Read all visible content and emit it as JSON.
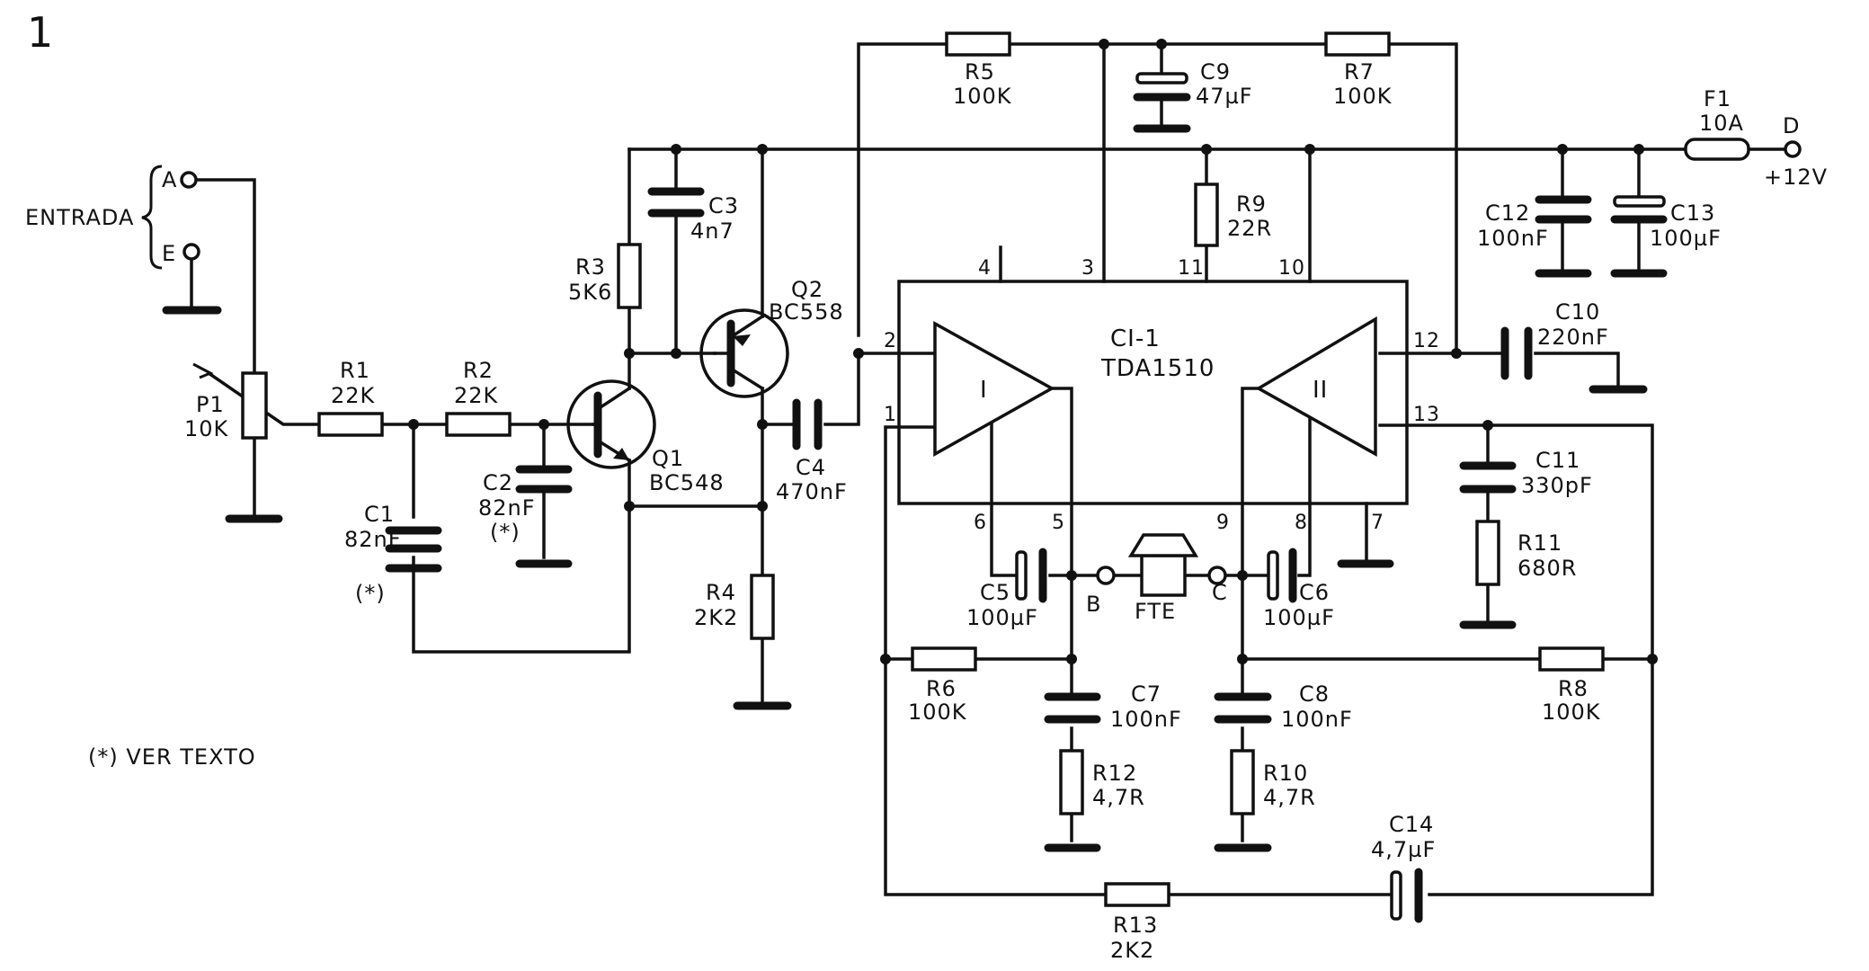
{
  "figure_number": "1",
  "note": "(*) VER TEXTO",
  "input": {
    "label": "ENTRADA",
    "terminal_a": "A",
    "terminal_e": "E"
  },
  "supply": {
    "terminal": "D",
    "voltage": "+12V"
  },
  "ic": {
    "ref": "CI-1",
    "type": "TDA1510",
    "amp_1": "I",
    "amp_2": "II",
    "pins": [
      "1",
      "2",
      "3",
      "4",
      "5",
      "6",
      "7",
      "8",
      "9",
      "10",
      "11",
      "12",
      "13"
    ]
  },
  "speaker": {
    "label": "FTE",
    "node_b": "B",
    "node_c": "C"
  },
  "components": {
    "P1": {
      "ref": "P1",
      "value": "10K"
    },
    "R1": {
      "ref": "R1",
      "value": "22K"
    },
    "R2": {
      "ref": "R2",
      "value": "22K"
    },
    "R3": {
      "ref": "R3",
      "value": "5K6"
    },
    "R4": {
      "ref": "R4",
      "value": "2K2"
    },
    "R5": {
      "ref": "R5",
      "value": "100K"
    },
    "R6": {
      "ref": "R6",
      "value": "100K"
    },
    "R7": {
      "ref": "R7",
      "value": "100K"
    },
    "R8": {
      "ref": "R8",
      "value": "100K"
    },
    "R9": {
      "ref": "R9",
      "value": "22R"
    },
    "R10": {
      "ref": "R10",
      "value": "4,7R"
    },
    "R11": {
      "ref": "R11",
      "value": "680R"
    },
    "R12": {
      "ref": "R12",
      "value": "4,7R"
    },
    "R13": {
      "ref": "R13",
      "value": "2K2"
    },
    "C1": {
      "ref": "C1",
      "value": "82nF",
      "mark": "(*)"
    },
    "C2": {
      "ref": "C2",
      "value": "82nF",
      "mark": "(*)"
    },
    "C3": {
      "ref": "C3",
      "value": "4n7"
    },
    "C4": {
      "ref": "C4",
      "value": "470nF"
    },
    "C5": {
      "ref": "C5",
      "value": "100µF"
    },
    "C6": {
      "ref": "C6",
      "value": "100µF"
    },
    "C7": {
      "ref": "C7",
      "value": "100nF"
    },
    "C8": {
      "ref": "C8",
      "value": "100nF"
    },
    "C9": {
      "ref": "C9",
      "value": "47µF"
    },
    "C10": {
      "ref": "C10",
      "value": "220nF"
    },
    "C11": {
      "ref": "C11",
      "value": "330pF"
    },
    "C12": {
      "ref": "C12",
      "value": "100nF"
    },
    "C13": {
      "ref": "C13",
      "value": "100µF"
    },
    "C14": {
      "ref": "C14",
      "value": "4,7µF"
    },
    "F1": {
      "ref": "F1",
      "value": "10A"
    },
    "Q1": {
      "ref": "Q1",
      "value": "BC548"
    },
    "Q2": {
      "ref": "Q2",
      "value": "BC558"
    }
  }
}
